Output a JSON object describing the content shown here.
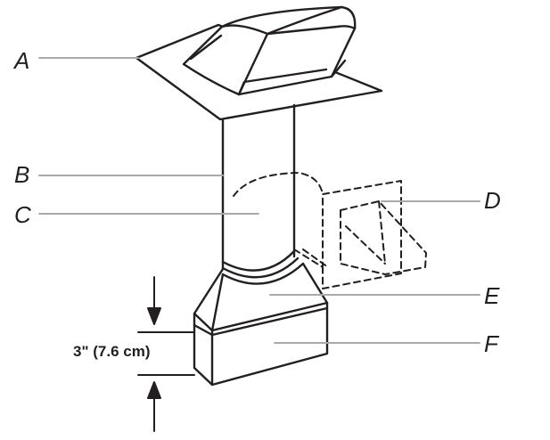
{
  "labels": {
    "a": "A",
    "b": "B",
    "c": "C",
    "d": "D",
    "e": "E",
    "f": "F"
  },
  "dimension": {
    "text": "3\" (7.6 cm)"
  },
  "colors": {
    "line": "#231f20",
    "leader": "#a7a9ac",
    "background": "#ffffff"
  }
}
